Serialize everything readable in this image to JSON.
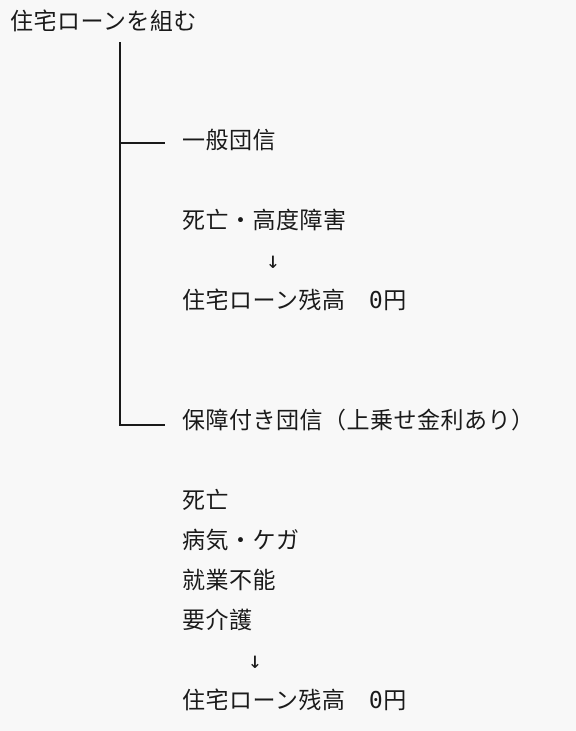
{
  "root": "住宅ローンを組む",
  "branches": [
    {
      "title": "一般団信",
      "conditions": [
        "死亡・高度障害"
      ],
      "arrow": "↓",
      "result": "住宅ローン残高　0円"
    },
    {
      "title": "保障付き団信（上乗せ金利あり）",
      "conditions": [
        "死亡",
        "病気・ケガ",
        "就業不能",
        "要介護"
      ],
      "arrow": "↓",
      "result": "住宅ローン残高　0円"
    }
  ]
}
